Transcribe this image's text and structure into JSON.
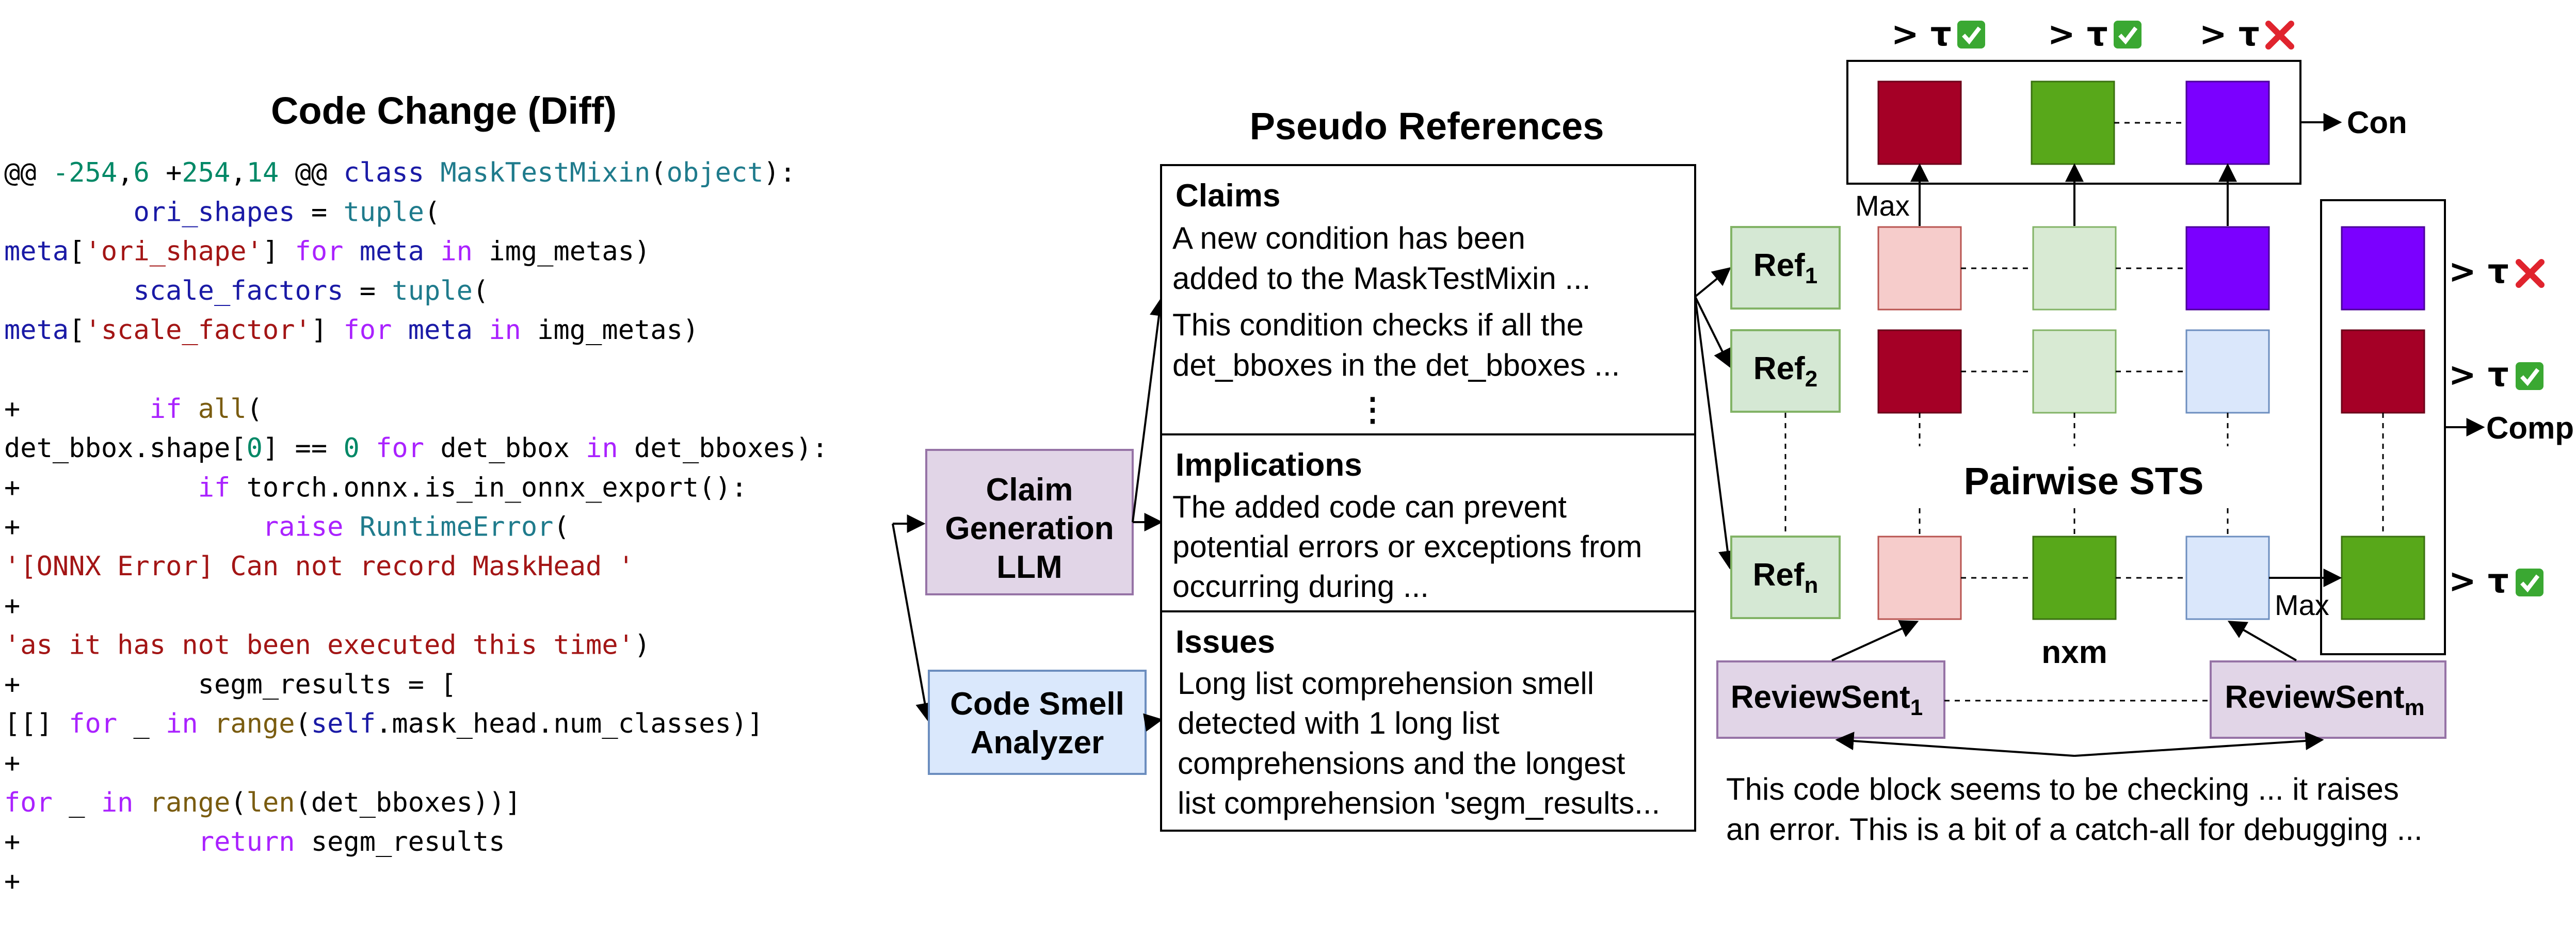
{
  "code_panel": {
    "title": "Code Change (Diff)",
    "lines": [
      [
        [
          "@@ ",
          ""
        ],
        [
          "-254",
          "num"
        ],
        [
          ",",
          ""
        ],
        [
          "6",
          "num"
        ],
        [
          " +",
          ""
        ],
        [
          "254",
          "num"
        ],
        [
          ",",
          ""
        ],
        [
          "14",
          "num"
        ],
        [
          " @@ ",
          ""
        ],
        [
          "class",
          "blue"
        ],
        [
          " ",
          ""
        ],
        [
          "MaskTestMixin",
          "teal"
        ],
        [
          "(",
          ""
        ],
        [
          "object",
          "teal"
        ],
        [
          "):",
          ""
        ]
      ],
      [
        [
          "        ",
          ""
        ],
        [
          "ori_shapes",
          "blue"
        ],
        [
          " = ",
          ""
        ],
        [
          "tuple",
          "teal"
        ],
        [
          "(",
          ""
        ]
      ],
      [
        [
          "meta",
          "blue"
        ],
        [
          "[",
          ""
        ],
        [
          "'ori_shape'",
          "str"
        ],
        [
          "] ",
          ""
        ],
        [
          "for",
          "purple"
        ],
        [
          " ",
          ""
        ],
        [
          "meta",
          "blue"
        ],
        [
          " ",
          ""
        ],
        [
          "in",
          "purple"
        ],
        [
          " img_metas)",
          ""
        ]
      ],
      [
        [
          "        ",
          ""
        ],
        [
          "scale_factors",
          "blue"
        ],
        [
          " = ",
          ""
        ],
        [
          "tuple",
          "teal"
        ],
        [
          "(",
          ""
        ]
      ],
      [
        [
          "meta",
          "blue"
        ],
        [
          "[",
          ""
        ],
        [
          "'scale_factor'",
          "str"
        ],
        [
          "] ",
          ""
        ],
        [
          "for",
          "purple"
        ],
        [
          " ",
          ""
        ],
        [
          "meta",
          "blue"
        ],
        [
          " ",
          ""
        ],
        [
          "in",
          "purple"
        ],
        [
          " img_metas)",
          ""
        ]
      ],
      [],
      [
        [
          "+        ",
          ""
        ],
        [
          "if",
          "purple"
        ],
        [
          " ",
          ""
        ],
        [
          "all",
          "olive"
        ],
        [
          "(",
          ""
        ]
      ],
      [
        [
          "det_bbox.shape[",
          ""
        ],
        [
          "0",
          "num"
        ],
        [
          "] == ",
          ""
        ],
        [
          "0",
          "num"
        ],
        [
          " ",
          ""
        ],
        [
          "for",
          "purple"
        ],
        [
          " det_bbox ",
          ""
        ],
        [
          "in",
          "purple"
        ],
        [
          " det_bboxes):",
          ""
        ]
      ],
      [
        [
          "+           ",
          ""
        ],
        [
          "if",
          "purple"
        ],
        [
          " torch.onnx.is_in_onnx_export():",
          ""
        ]
      ],
      [
        [
          "+               ",
          ""
        ],
        [
          "raise",
          "purple"
        ],
        [
          " ",
          ""
        ],
        [
          "RuntimeError",
          "teal"
        ],
        [
          "(",
          ""
        ]
      ],
      [
        [
          "'[ONNX Error] Can not record MaskHead '",
          "str"
        ]
      ],
      [
        [
          "+",
          ""
        ]
      ],
      [
        [
          "'as it has not been executed this time'",
          "str"
        ],
        [
          ")",
          ""
        ]
      ],
      [
        [
          "+           segm_results = [",
          ""
        ]
      ],
      [
        [
          "[[] ",
          ""
        ],
        [
          "for",
          "purple"
        ],
        [
          " _ ",
          ""
        ],
        [
          "in",
          "purple"
        ],
        [
          " ",
          ""
        ],
        [
          "range",
          "olive"
        ],
        [
          "(",
          ""
        ],
        [
          "self",
          "blue"
        ],
        [
          ".mask_head.num_classes)]",
          ""
        ]
      ],
      [
        [
          "+",
          ""
        ]
      ],
      [
        [
          "for",
          "purple"
        ],
        [
          " _ ",
          ""
        ],
        [
          "in",
          "purple"
        ],
        [
          " ",
          ""
        ],
        [
          "range",
          "olive"
        ],
        [
          "(",
          ""
        ],
        [
          "len",
          "olive"
        ],
        [
          "(det_bboxes))]",
          ""
        ]
      ],
      [
        [
          "+           ",
          ""
        ],
        [
          "return",
          "purple"
        ],
        [
          " segm_results",
          ""
        ]
      ],
      [
        [
          "+",
          ""
        ]
      ]
    ]
  },
  "claim_llm": {
    "lines": [
      "Claim",
      "Generation",
      "LLM"
    ]
  },
  "smell_analyzer": {
    "lines": [
      "Code Smell",
      "Analyzer"
    ]
  },
  "pseudo_refs": {
    "title": "Pseudo References",
    "claims_head": "Claims",
    "claims_lines": [
      "A new condition has been",
      "added to the MaskTestMixin ...",
      "This condition checks if all the",
      "det_bboxes in the det_bboxes ..."
    ],
    "ellipsis": "⋮",
    "implications_head": "Implications",
    "implications_lines": [
      "The added code can prevent",
      "potential errors or exceptions from",
      "occurring during ..."
    ],
    "issues_head": "Issues",
    "issues_lines": [
      "Long list comprehension smell",
      "detected with 1 long list",
      "comprehensions and the longest",
      "list comprehension 'segm_results..."
    ]
  },
  "refs": [
    {
      "label": "Ref",
      "sub": "1"
    },
    {
      "label": "Ref",
      "sub": "2"
    },
    {
      "label": "Ref",
      "sub": "n"
    }
  ],
  "review_sents": [
    {
      "label": "ReviewSent",
      "sub": "1"
    },
    {
      "label": "ReviewSent",
      "sub": "m"
    }
  ],
  "sts": {
    "title": "Pairwise STS",
    "dims": "nxm",
    "max_top": "Max",
    "max_right": "Max",
    "review_text_lines": [
      "This code block seems to be checking ... it raises",
      "an error. This is a bit of a catch-all for debugging ..."
    ]
  },
  "top_tau": [
    {
      "text": "> τ",
      "mark": "check"
    },
    {
      "text": "> τ",
      "mark": "check"
    },
    {
      "text": "> τ",
      "mark": "cross"
    }
  ],
  "right_tau": [
    {
      "text": "> τ",
      "mark": "cross"
    },
    {
      "text": "> τ",
      "mark": "check"
    },
    {
      "text": "> τ",
      "mark": "check"
    }
  ],
  "outputs": {
    "con": "Con",
    "comp": "Comp"
  },
  "colors": {
    "dark_red": "#a50026",
    "green": "#58a81a",
    "purple": "#7b00ff",
    "light_pink": "#f6cccb",
    "light_green": "#d8ead3",
    "light_blue": "#dae7fb",
    "ref_fill": "#d5e8d4",
    "ref_stroke": "#82b366",
    "llm_fill": "#e1d5e7",
    "llm_stroke": "#9673a6",
    "analyzer_fill": "#dae8fc",
    "analyzer_stroke": "#6c8ebf",
    "check": "#3aa832",
    "cross": "#e0242e"
  }
}
